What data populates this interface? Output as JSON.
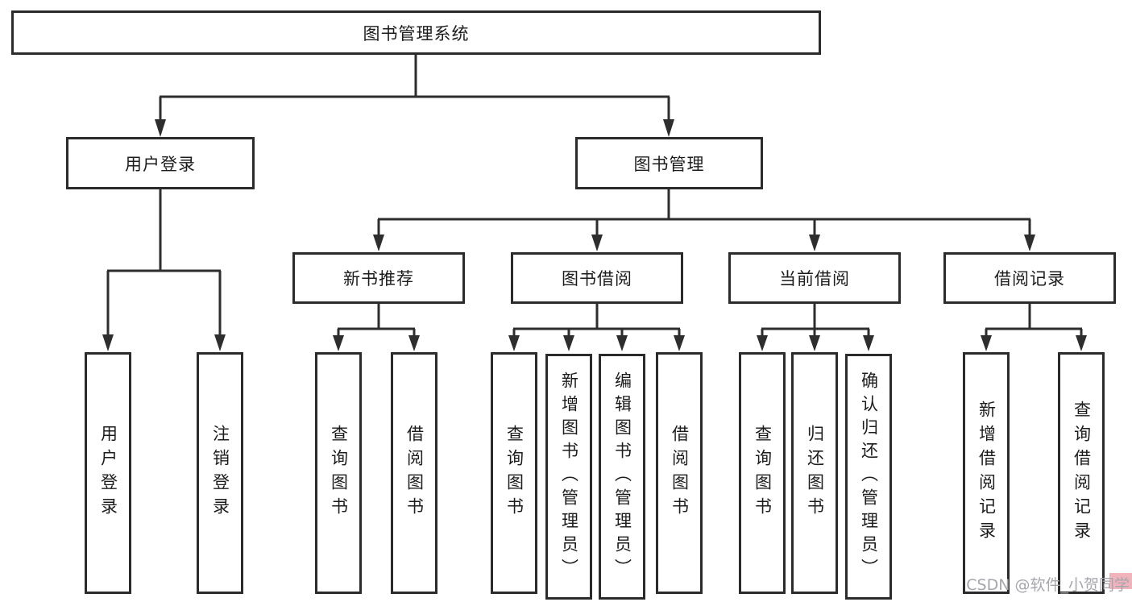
{
  "colors": {
    "line_color": "#2e2e2e",
    "border_color": "#2b2b2b",
    "text_color": "#1c1c1c",
    "background": "#ffffff",
    "watermark_color": "#a6a6ad",
    "watermark_highlight": "#f0b2bb"
  },
  "diagram": {
    "root_label": "图书管理系统",
    "user_branch": {
      "label": "用户登录",
      "children": [
        {
          "label": "用户登录"
        },
        {
          "label": "注销登录"
        }
      ]
    },
    "book_branch": {
      "label": "图书管理",
      "sections": [
        {
          "label": "新书推荐",
          "children": [
            {
              "label": "查询图书"
            },
            {
              "label": "借阅图书"
            }
          ]
        },
        {
          "label": "图书借阅",
          "children": [
            {
              "label": "查询图书"
            },
            {
              "label": "新增图书（管理员）"
            },
            {
              "label": "编辑图书（管理员）"
            },
            {
              "label": "借阅图书"
            }
          ]
        },
        {
          "label": "当前借阅",
          "children": [
            {
              "label": "查询图书"
            },
            {
              "label": "归还图书"
            },
            {
              "label": "确认归还（管理员）"
            }
          ]
        },
        {
          "label": "借阅记录",
          "children": [
            {
              "label": "新增借阅记录"
            },
            {
              "label": "查询借阅记录"
            }
          ]
        }
      ]
    }
  },
  "watermark": {
    "text": "CSDN @软件_小贺同学"
  }
}
